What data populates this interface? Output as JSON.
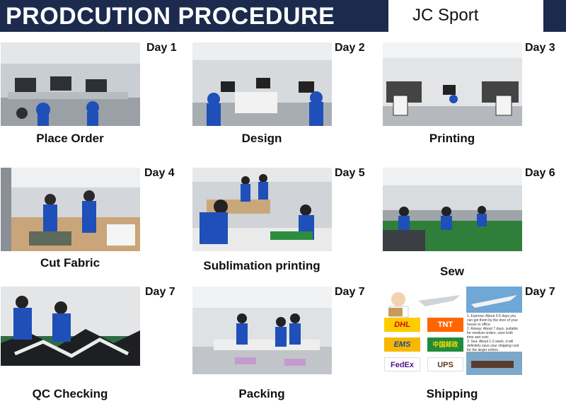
{
  "header": {
    "title": "PRODCUTION PROCEDURE",
    "brand": "JC Sport"
  },
  "steps": [
    {
      "day": "Day 1",
      "label": "Place Order"
    },
    {
      "day": "Day 2",
      "label": "Design"
    },
    {
      "day": "Day 3",
      "label": "Printing"
    },
    {
      "day": "Day 4",
      "label": "Cut Fabric"
    },
    {
      "day": "Day 5",
      "label": "Sublimation printing"
    },
    {
      "day": "Day 6",
      "label": "Sew"
    },
    {
      "day": "Day 7",
      "label": "QC Checking"
    },
    {
      "day": "Day 7",
      "label": "Packing"
    },
    {
      "day": "Day 7",
      "label": "Shipping"
    }
  ],
  "shipping": {
    "carriers": [
      "DHL",
      "TNT",
      "EMS",
      "中国邮政",
      "FedEx",
      "UPS"
    ],
    "notes": [
      "1. Express: About 3-5 days you can get them by the door of your house or office.",
      "2. Airway: About 7 days, suitable for medium orders, save both time and cost.",
      "3. Sea: About 1-3 week, it will definitely save your shipping cost for the larger orders."
    ]
  },
  "colors": {
    "header_bg": "#1b2a4d",
    "uniform_blue": "#1f4fb8"
  }
}
